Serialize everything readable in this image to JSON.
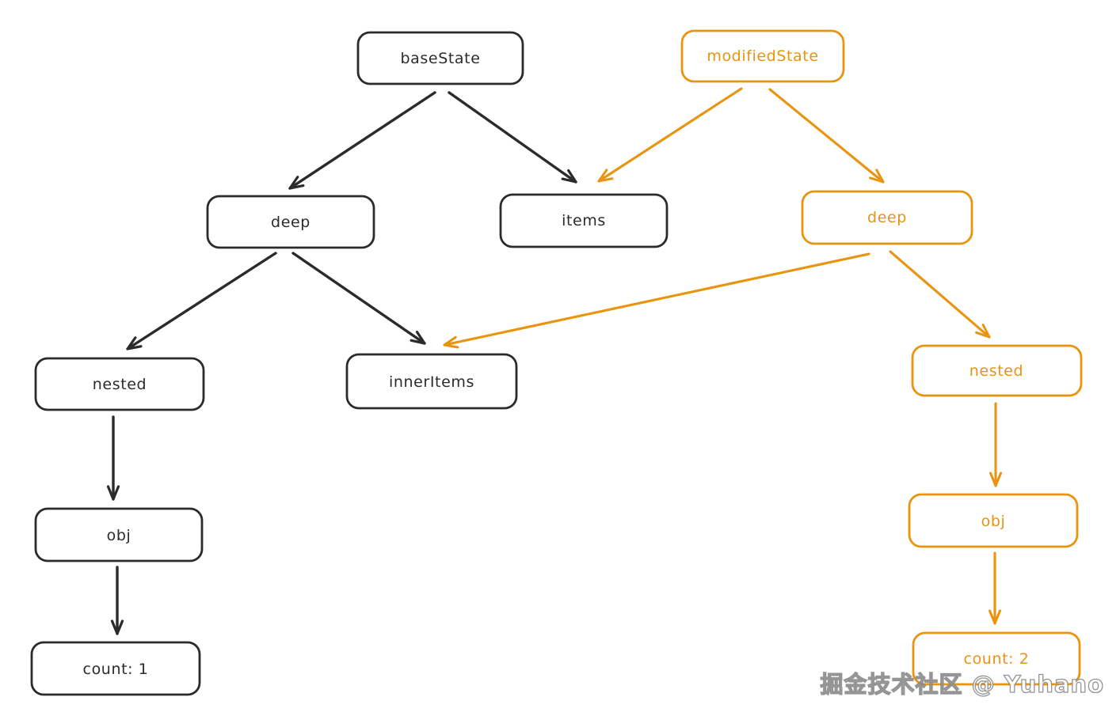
{
  "diagram": {
    "colors": {
      "base_tree": "#2b2b2b",
      "modified_tree": "#e8940f",
      "background": "#ffffff"
    },
    "nodes": [
      {
        "id": "baseState",
        "label": "baseState",
        "tree": "base"
      },
      {
        "id": "modifiedState",
        "label": "modifiedState",
        "tree": "modified"
      },
      {
        "id": "deep-base",
        "label": "deep",
        "tree": "base"
      },
      {
        "id": "items",
        "label": "items",
        "tree": "base"
      },
      {
        "id": "deep-modified",
        "label": "deep",
        "tree": "modified"
      },
      {
        "id": "nested-base",
        "label": "nested",
        "tree": "base"
      },
      {
        "id": "innerItems",
        "label": "innerItems",
        "tree": "base"
      },
      {
        "id": "nested-modified",
        "label": "nested",
        "tree": "modified"
      },
      {
        "id": "obj-base",
        "label": "obj",
        "tree": "base"
      },
      {
        "id": "obj-modified",
        "label": "obj",
        "tree": "modified"
      },
      {
        "id": "count-base",
        "label": "count: 1",
        "tree": "base"
      },
      {
        "id": "count-modified",
        "label": "count: 2",
        "tree": "modified"
      }
    ],
    "edges": [
      {
        "from": "baseState",
        "to": "deep-base",
        "tree": "base"
      },
      {
        "from": "baseState",
        "to": "items",
        "tree": "base"
      },
      {
        "from": "modifiedState",
        "to": "items",
        "tree": "modified"
      },
      {
        "from": "modifiedState",
        "to": "deep-modified",
        "tree": "modified"
      },
      {
        "from": "deep-base",
        "to": "nested-base",
        "tree": "base"
      },
      {
        "from": "deep-base",
        "to": "innerItems",
        "tree": "base"
      },
      {
        "from": "deep-modified",
        "to": "innerItems",
        "tree": "modified"
      },
      {
        "from": "deep-modified",
        "to": "nested-modified",
        "tree": "modified"
      },
      {
        "from": "nested-base",
        "to": "obj-base",
        "tree": "base"
      },
      {
        "from": "obj-base",
        "to": "count-base",
        "tree": "base"
      },
      {
        "from": "nested-modified",
        "to": "obj-modified",
        "tree": "modified"
      },
      {
        "from": "obj-modified",
        "to": "count-modified",
        "tree": "modified"
      }
    ],
    "watermark": {
      "text": "掘金技术社区 @ Yuhano"
    }
  }
}
